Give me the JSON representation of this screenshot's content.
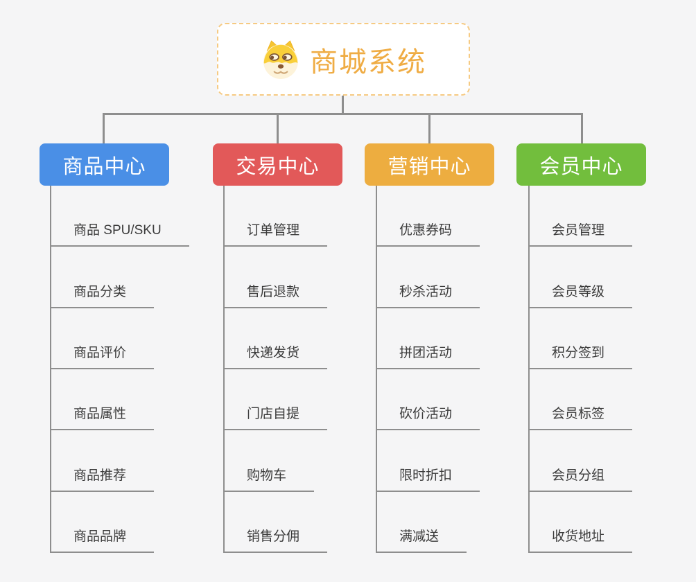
{
  "root": {
    "title": "商城系统",
    "icon": "doge-icon"
  },
  "branches": [
    {
      "label": "商品中心",
      "color": "#4a8fe6",
      "items": [
        "商品 SPU/SKU",
        "商品分类",
        "商品评价",
        "商品属性",
        "商品推荐",
        "商品品牌"
      ]
    },
    {
      "label": "交易中心",
      "color": "#e25959",
      "items": [
        "订单管理",
        "售后退款",
        "快递发货",
        "门店自提",
        "购物车",
        "销售分佣"
      ]
    },
    {
      "label": "营销中心",
      "color": "#edad40",
      "items": [
        "优惠券码",
        "秒杀活动",
        "拼团活动",
        "砍价活动",
        "限时折扣",
        "满减送"
      ]
    },
    {
      "label": "会员中心",
      "color": "#72be3d",
      "items": [
        "会员管理",
        "会员等级",
        "积分签到",
        "会员标签",
        "会员分组",
        "收货地址"
      ]
    }
  ],
  "colors": {
    "background": "#f5f5f6",
    "root_border": "#f6ca82",
    "root_title": "#efac44",
    "connector": "#8e8e8e",
    "leaf_text": "#3b3b3b"
  }
}
